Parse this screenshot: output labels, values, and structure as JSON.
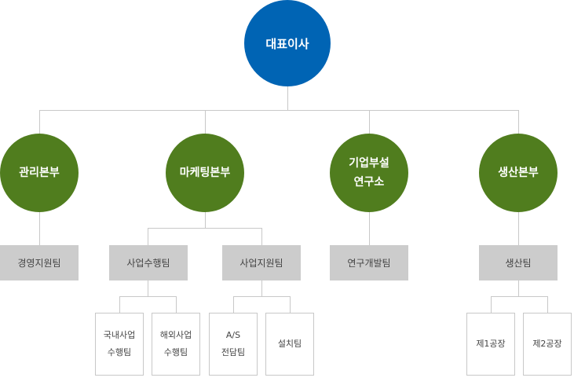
{
  "ceo": "대표이사",
  "divisions": [
    "관리본부",
    "마케팅본부",
    "기업부설\n연구소",
    "생산본부"
  ],
  "teams": [
    "경영지원팀",
    "사업수행팀",
    "사업지원팀",
    "연구개발팀",
    "생산팀"
  ],
  "units": [
    "국내사업\n수행팀",
    "해외사업\n수행팀",
    "A/S\n전담팀",
    "설치팀",
    "제1공장",
    "제2공장"
  ],
  "colors": {
    "ceo": "#0064b4",
    "division": "#507d1e",
    "team": "#cccccc",
    "line": "#c8c8c8"
  }
}
